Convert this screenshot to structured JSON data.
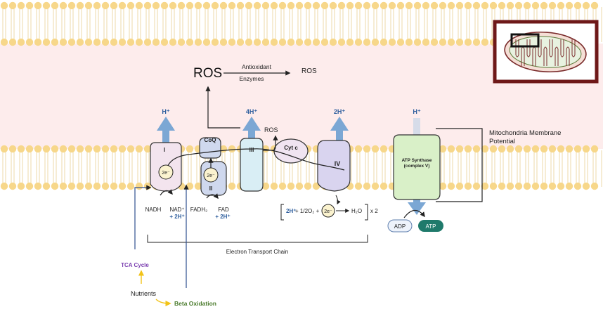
{
  "colors": {
    "intermembrane": "#fdecec",
    "lipid_head": "#f7d78a",
    "lipid_tail": "#edd9a8",
    "proton_arrow": "#7ba7d4",
    "complex_I": "#f3e4ee",
    "complex_II": "#cfd8ee",
    "complex_III": "#d9eef5",
    "complex_IV": "#d9d4ef",
    "cyt_c": "#f0e4f1",
    "atp_synthase": "#d9f0c8",
    "atp_fill": "#1f7a6b",
    "tca_color": "#7b3fb0",
    "beta_ox_color": "#4a7b2c",
    "highlight_blue": "#2f5f9e",
    "yellow_arrow": "#f2c318",
    "inset_border": "#6e1818",
    "electron_fill": "#fbf3cf"
  },
  "labels": {
    "ros_large": "ROS",
    "antioxidant": "Antioxidant",
    "enzymes": "Enzymes",
    "ros_product": "ROS",
    "ros_small": "ROS",
    "h_plus_1": "H⁺",
    "h_plus_3": "4H⁺",
    "h_plus_4": "2H⁺",
    "h_plus_5": "H⁺",
    "complex_I": "I",
    "complex_II": "II",
    "complex_III": "III",
    "complex_IV": "IV",
    "coq": "CoQ",
    "cyt_c": "Cyt c",
    "electrons": "2e⁻",
    "nadh": "NADH",
    "nad_plus": "NAD⁺",
    "nad_2h": "+ 2H⁺",
    "fadh2": "FADH₂",
    "fad": "FAD",
    "fad_2h": "+ 2H⁺",
    "eq_2h": "2H⁺",
    "eq_mid": "+ 1/2O₂ +",
    "h2o": "H₂O",
    "x2": "x 2",
    "atp_synthase_line1": "ATP Synthase",
    "atp_synthase_line2": "(complex V)",
    "adp": "ADP",
    "atp": "ATP",
    "mmp_line1": "Mitochondria Membrane",
    "mmp_line2": "Potential",
    "etc": "Electron Transport Chain",
    "tca": "TCA Cycle",
    "nutrients": "Nutrients",
    "beta_ox": "Beta Oxidation"
  }
}
